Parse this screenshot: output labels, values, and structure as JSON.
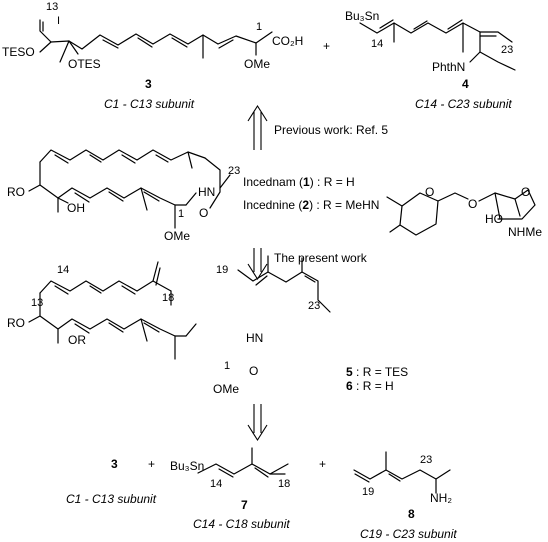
{
  "top": {
    "cmpd3": {
      "c13": "13",
      "iodo": "I",
      "oTes1": "TESO",
      "oTes2": "OTES",
      "c1": "1",
      "acid": "CO₂H",
      "ome": "OMe",
      "number": "3",
      "caption": "C1 - C13 subunit"
    },
    "plus": "+",
    "cmpd4": {
      "bu3sn": "Bu₃Sn",
      "c14": "14",
      "c23": "23",
      "phthn": "PhthN",
      "number": "4",
      "caption": "C14 - C23 subunit"
    }
  },
  "prev_work": "Previous work: Ref. 5",
  "middle": {
    "ro": "RO",
    "oh": "OH",
    "hn": "HN",
    "c23": "23",
    "c1": "1",
    "o": "O",
    "ome": "OMe",
    "incednam": {
      "name": "Incednam (",
      "num": "1",
      "rest": ") : R = H"
    },
    "incednine": {
      "name": "Incednine (",
      "num": "2",
      "rest": ") : R = MeHN"
    },
    "sugar": {
      "o1": "O",
      "o2": "O",
      "ho": "HO",
      "o3": "O",
      "nhme": "NHMe"
    }
  },
  "present_work": "The present work",
  "cmpd56": {
    "c13": "13",
    "c14": "14",
    "c18": "18",
    "c19": "19",
    "c23": "23",
    "ro": "RO",
    "or": "OR",
    "hn": "HN",
    "c1": "1",
    "o": "O",
    "ome": "OMe",
    "r5": {
      "num": "5",
      "rest": " : R = TES"
    },
    "r6": {
      "num": "6",
      "rest": " : R = H"
    }
  },
  "bottom": {
    "n3": "3",
    "plus1": "+",
    "bu3sn": "Bu₃Sn",
    "c14": "14",
    "c18": "18",
    "n7": "7",
    "plus2": "+",
    "c19": "19",
    "c23": "23",
    "nh2": "NH₂",
    "n8": "8",
    "cap3": "C1 - C13 subunit",
    "cap7": "C14 - C18 subunit",
    "cap8": "C19 - C23 subunit"
  }
}
